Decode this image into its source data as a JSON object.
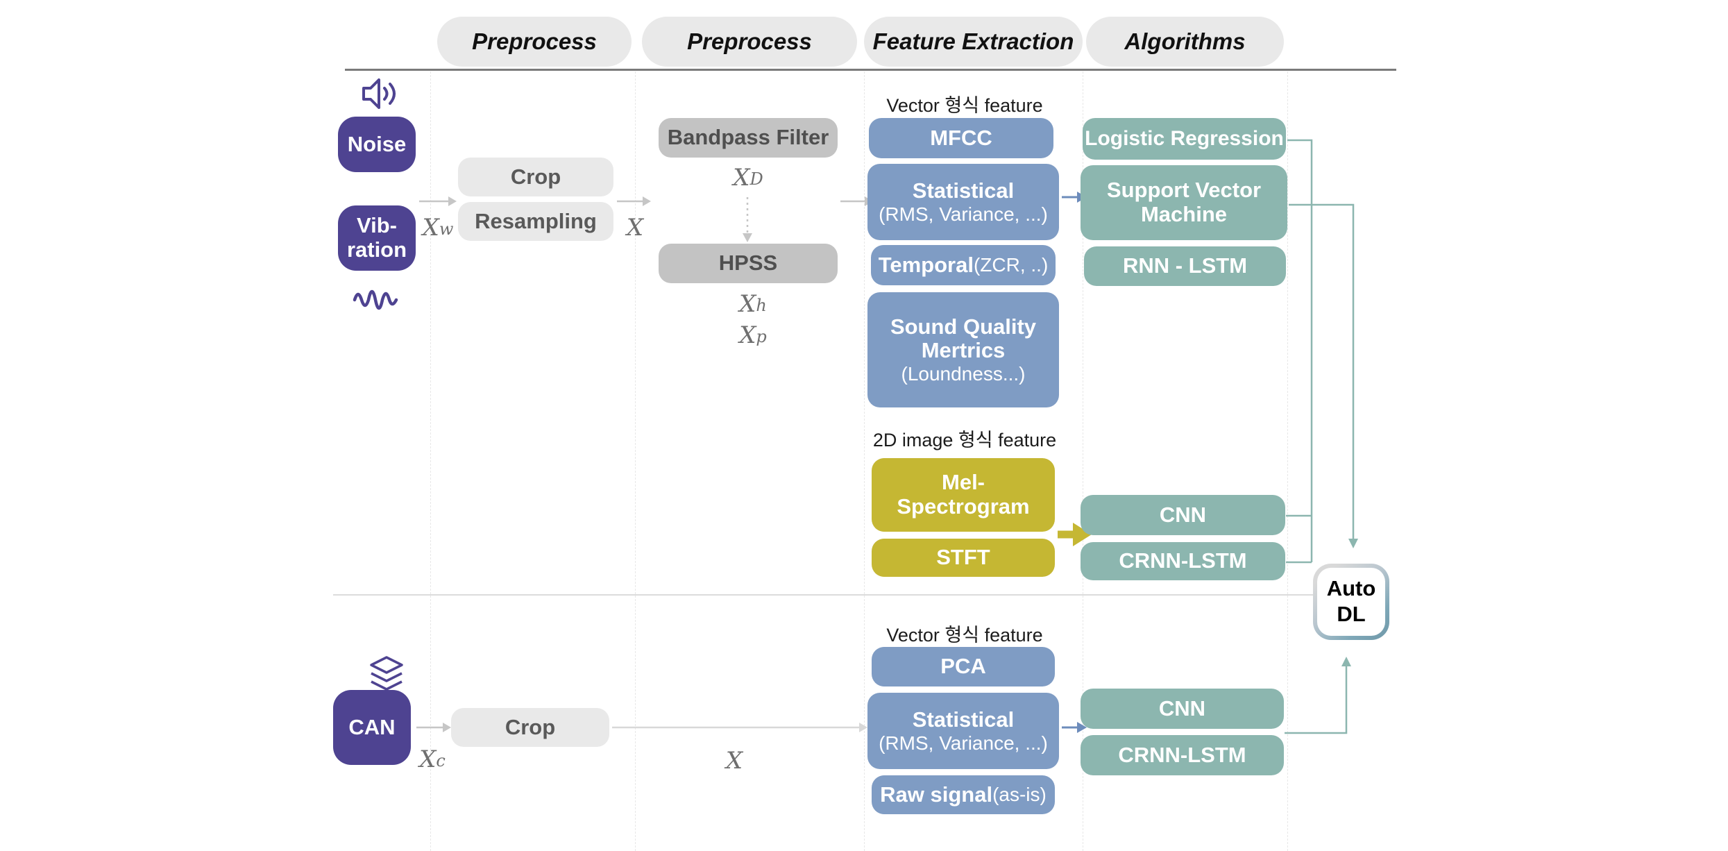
{
  "header": {
    "col1": "Preprocess",
    "col2": "Preprocess",
    "col3": "Feature Extraction",
    "col4": "Algorithms"
  },
  "colors": {
    "purple": "#4e4391",
    "blue_block": "#7f9cc4",
    "yellow_block": "#c5b733",
    "teal_block": "#8cb6af",
    "gray_block_light": "#e9e9e9",
    "gray_block_mid": "#c3c3c3",
    "connector_teal": "#8cb6af",
    "connector_blue": "#6d8cbb",
    "connector_gray": "#c6c6c6"
  },
  "icons": {
    "speaker": "speaker-icon",
    "waveform": "waveform-icon",
    "layers": "layers-icon"
  },
  "inputs": {
    "noise": "Noise",
    "vibration": "Vib-ration",
    "can": "CAN"
  },
  "preprocess": {
    "crop_top": "Crop",
    "resampling": "Resampling",
    "bandpass": "Bandpass Filter",
    "hpss": "HPSS",
    "crop_bottom": "Crop"
  },
  "signals": {
    "xw": {
      "base": "X",
      "sub": "w"
    },
    "x_top": {
      "base": "X",
      "sub": ""
    },
    "xd": {
      "base": "X",
      "sub": "D"
    },
    "xh": {
      "base": "X",
      "sub": "h"
    },
    "xp": {
      "base": "X",
      "sub": "p"
    },
    "xc": {
      "base": "X",
      "sub": "c"
    },
    "x_bottom": {
      "base": "X",
      "sub": ""
    }
  },
  "features_top": {
    "vector_header": "Vector 형식 feature",
    "mfcc": "MFCC",
    "statistical_title": "Statistical",
    "statistical_sub": "(RMS, Variance, ...)",
    "temporal_title": "Temporal",
    "temporal_sub": " (ZCR, ..)",
    "sqm_title": "Sound Quality Mertrics",
    "sqm_sub": "(Loundness...)",
    "image_header": "2D image 형식 feature",
    "mel": "Mel-Spectrogram",
    "stft": "STFT"
  },
  "algorithms_top": {
    "lr": "Logistic Regression",
    "svm": "Support Vector Machine",
    "rnn": "RNN - LSTM",
    "cnn": "CNN",
    "crnn": "CRNN-LSTM"
  },
  "features_bottom": {
    "vector_header": "Vector 형식 feature",
    "pca": "PCA",
    "statistical_title": "Statistical",
    "statistical_sub": "(RMS, Variance, ...)",
    "raw_title": "Raw signal",
    "raw_sub": " (as-is)"
  },
  "algorithms_bottom": {
    "cnn": "CNN",
    "crnn": "CRNN-LSTM"
  },
  "output": {
    "line1": "Auto",
    "line2": "DL"
  }
}
